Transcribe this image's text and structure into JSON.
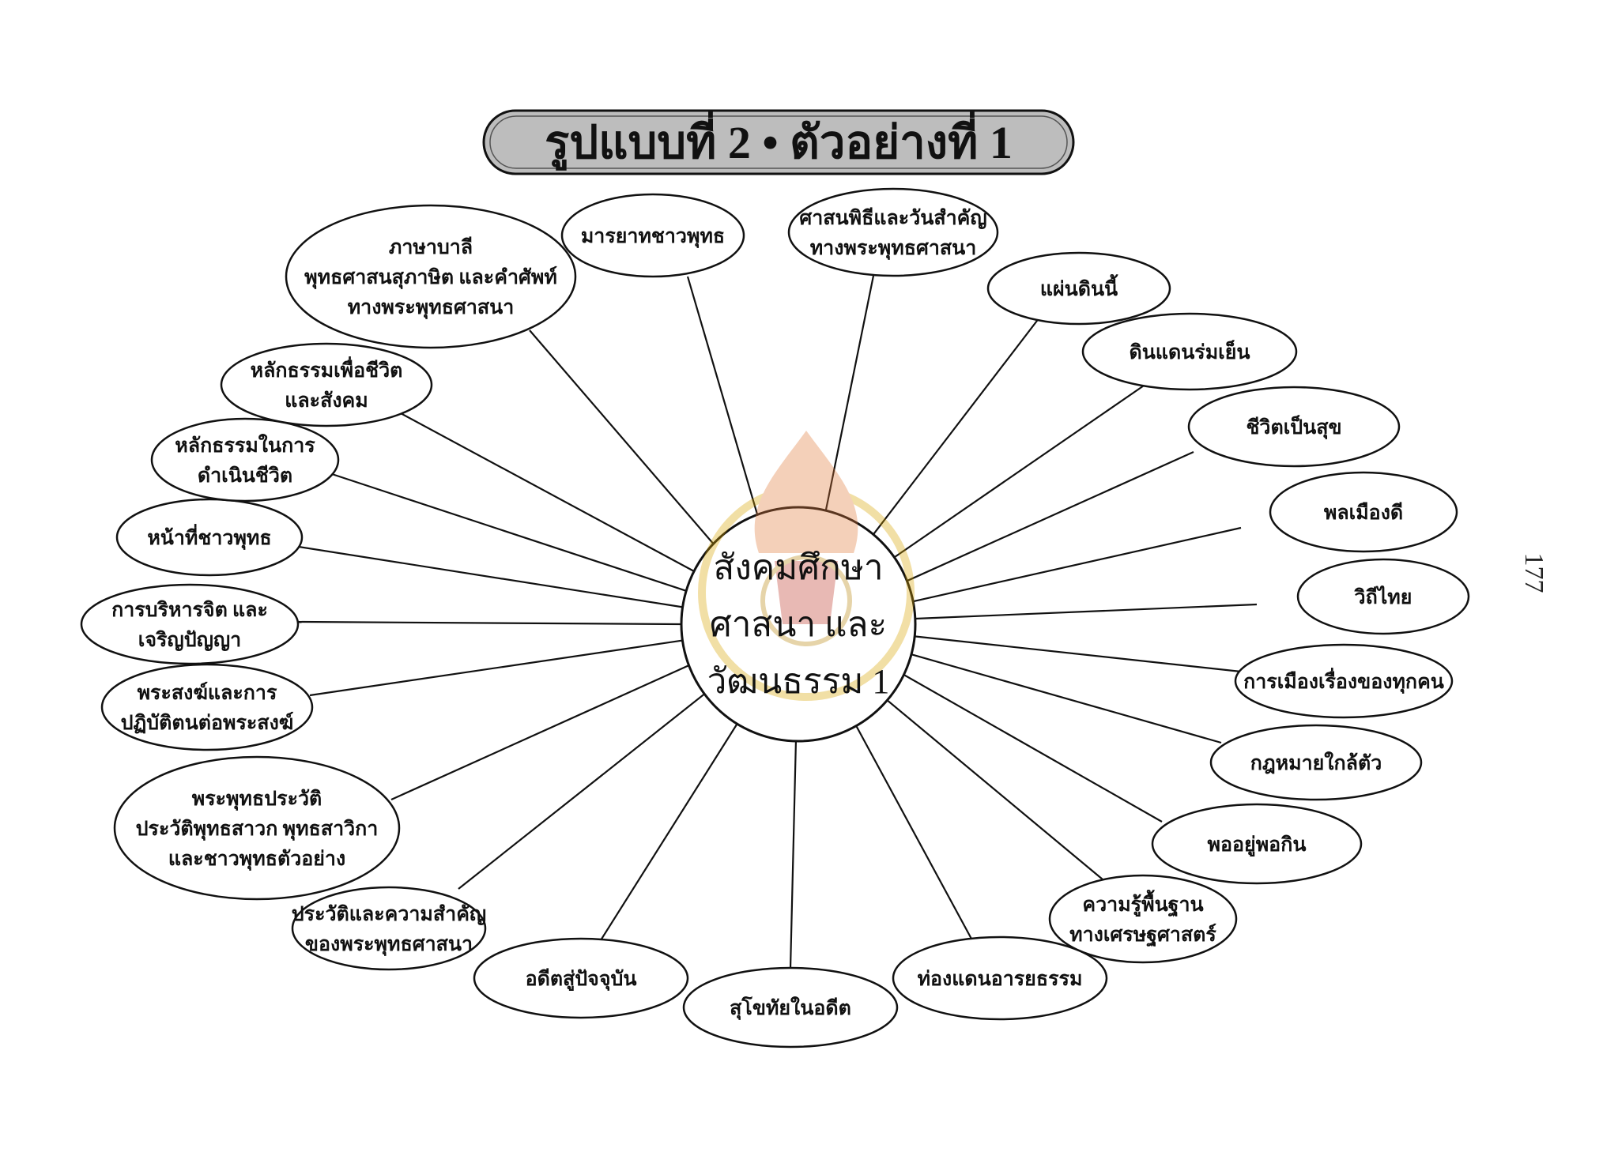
{
  "title": "รูปแบบที่ 2 • ตัวอย่างที่ 1",
  "center": {
    "lines": [
      "สังคมศึกษา",
      "ศาสนา และ",
      "วัฒนธรรม 1"
    ]
  },
  "page_number": "177",
  "nodes": [
    {
      "id": "pasabali",
      "lines": [
        "ภาษาบาลี",
        "พุทธศาสนสุภาษิต และคำศัพท์",
        "ทางพระพุทธศาสนา"
      ]
    },
    {
      "id": "marayat",
      "lines": [
        "มารยาทชาวพุทธ"
      ]
    },
    {
      "id": "sasanapithi",
      "lines": [
        "ศาสนพิธีและวันสำคัญ",
        "ทางพระพุทธศาสนา"
      ]
    },
    {
      "id": "paendin",
      "lines": [
        "แผ่นดินนี้"
      ]
    },
    {
      "id": "dindaen",
      "lines": [
        "ดินแดนร่มเย็น"
      ]
    },
    {
      "id": "chiwit",
      "lines": [
        "ชีวิตเป็นสุข"
      ]
    },
    {
      "id": "ponlamuang",
      "lines": [
        "พลเมืองดี"
      ]
    },
    {
      "id": "withithai",
      "lines": [
        "วิถีไทย"
      ]
    },
    {
      "id": "kanmuang",
      "lines": [
        "การเมืองเรื่องของทุกคน"
      ]
    },
    {
      "id": "kotmai",
      "lines": [
        "กฎหมายใกล้ตัว"
      ]
    },
    {
      "id": "pooyu",
      "lines": [
        "พออยู่พอกิน"
      ]
    },
    {
      "id": "khwamru",
      "lines": [
        "ความรู้พื้นฐาน",
        "ทางเศรษฐศาสตร์"
      ]
    },
    {
      "id": "thongdaen",
      "lines": [
        "ท่องแดนอารยธรรม"
      ]
    },
    {
      "id": "sukhothai",
      "lines": [
        "สุโขทัยในอดีต"
      ]
    },
    {
      "id": "adit",
      "lines": [
        "อดีตสู่ปัจจุบัน"
      ]
    },
    {
      "id": "prawat",
      "lines": [
        "ประวัติและความสำคัญ",
        "ของพระพุทธศาสนา"
      ]
    },
    {
      "id": "phraputtha",
      "lines": [
        "พระพุทธประวัติ",
        "ประวัติพุทธสาวก พุทธสาวิกา",
        "และชาวพุทธตัวอย่าง"
      ]
    },
    {
      "id": "phrasong",
      "lines": [
        "พระสงฆ์และการ",
        "ปฏิบัติตนต่อพระสงฆ์"
      ]
    },
    {
      "id": "kanborihan",
      "lines": [
        "การบริหารจิต และ",
        "เจริญปัญญา"
      ]
    },
    {
      "id": "nathi",
      "lines": [
        "หน้าที่ชาวพุทธ"
      ]
    },
    {
      "id": "lakthamkan",
      "lines": [
        "หลักธรรมในการ",
        "ดำเนินชีวิต"
      ]
    },
    {
      "id": "lakthampua",
      "lines": [
        "หลักธรรมเพื่อชีวิต",
        "และสังคม"
      ]
    }
  ]
}
